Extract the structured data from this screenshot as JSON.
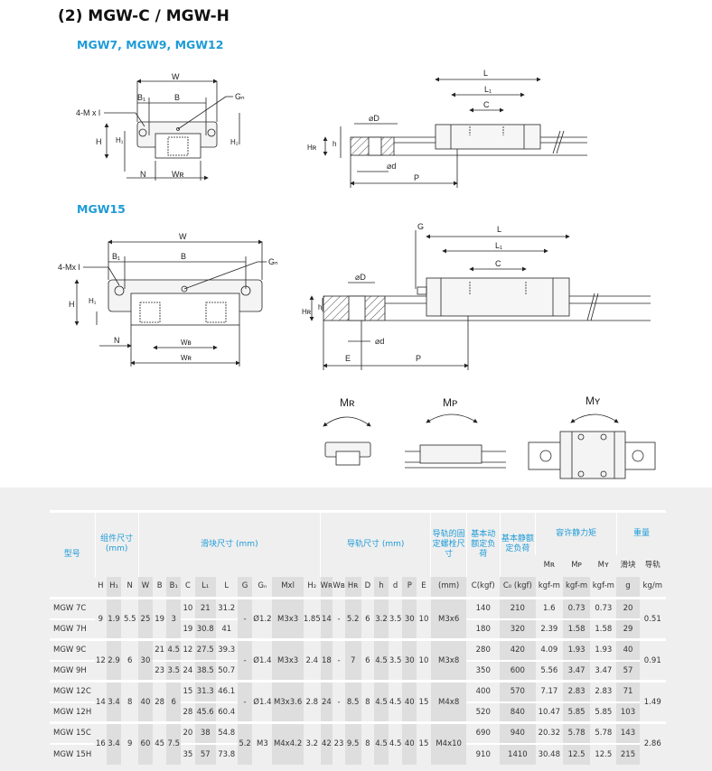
{
  "title": "(2) MGW-C / MGW-H",
  "section1": "MGW7, MGW9, MGW12",
  "section2": "MGW15",
  "drawing_labels": {
    "W": "W",
    "B": "B",
    "B1": "B₁",
    "Gn": "Gₙ",
    "Mxl": "4-M x l",
    "Mxl15": "4-Mx l",
    "H": "H",
    "H1": "H₁",
    "H2": "H₂",
    "N": "N",
    "WR": "Wʀ",
    "WB": "Wʙ",
    "L": "L",
    "L1": "L₁",
    "C": "C",
    "D": "⌀D",
    "d": "⌀d",
    "HR": "Hʀ",
    "h": "h",
    "P": "P",
    "E": "E",
    "G": "G",
    "MR": "Mʀ",
    "MP": "Mᴘ",
    "MY": "Mʏ"
  },
  "table": {
    "header": {
      "model": "型号",
      "assembly": "组件尺寸 (mm)",
      "block": "滑块尺寸 (mm)",
      "rail": "导轨尺寸 (mm)",
      "bolt": "导轨的固定螺栓尺寸",
      "dynamic": "基本动额定负荷",
      "static": "基本静额定负荷",
      "moment": "容许静力矩",
      "weight": "重量",
      "mr": "Mʀ",
      "mp": "Mᴘ",
      "my": "Mʏ",
      "w_block": "滑块",
      "w_rail": "导轨",
      "symbols": [
        "H",
        "H₁",
        "N",
        "W",
        "B",
        "B₁",
        "C",
        "L₁",
        "L",
        "G",
        "Gₙ",
        "Mxl",
        "H₂",
        "Wʀ",
        "Wʙ",
        "Hʀ",
        "D",
        "h",
        "d",
        "P",
        "E",
        "(mm)",
        "C(kgf)",
        "C₀ (kgf)",
        "kgf-m",
        "kgf-m",
        "kgf-m",
        "g",
        "kg/m"
      ]
    },
    "groups": [
      {
        "merged": [
          1,
          2,
          3,
          4,
          5,
          6,
          10,
          11,
          12,
          13,
          14,
          15,
          16,
          17,
          18,
          19,
          20,
          21,
          22,
          29
        ],
        "rows": [
          [
            "MGW 7C",
            "9",
            "1.9",
            "5.5",
            "25",
            "19",
            "3",
            "10",
            "21",
            "31.2",
            "-",
            "Ø1.2",
            "M3x3",
            "1.85",
            "14",
            "-",
            "5.2",
            "6",
            "3.2",
            "3.5",
            "30",
            "10",
            "M3x6",
            "140",
            "210",
            "1.6",
            "0.73",
            "0.73",
            "20",
            "0.51"
          ],
          [
            "MGW 7H",
            "",
            "",
            "",
            "",
            "",
            "",
            "19",
            "30.8",
            "41",
            "",
            "",
            "",
            "",
            "",
            "",
            "",
            "",
            "",
            "",
            "",
            "",
            "",
            "180",
            "320",
            "2.39",
            "1.58",
            "1.58",
            "29",
            ""
          ]
        ]
      },
      {
        "merged": [
          1,
          2,
          3,
          4,
          10,
          11,
          12,
          13,
          14,
          15,
          16,
          17,
          18,
          19,
          20,
          21,
          22,
          29
        ],
        "rows": [
          [
            "MGW 9C",
            "12",
            "2.9",
            "6",
            "30",
            "21",
            "4.5",
            "12",
            "27.5",
            "39.3",
            "-",
            "Ø1.4",
            "M3x3",
            "2.4",
            "18",
            "-",
            "7",
            "6",
            "4.5",
            "3.5",
            "30",
            "10",
            "M3x8",
            "280",
            "420",
            "4.09",
            "1.93",
            "1.93",
            "40",
            "0.91"
          ],
          [
            "MGW 9H",
            "",
            "",
            "",
            "",
            "23",
            "3.5",
            "24",
            "38.5",
            "50.7",
            "",
            "",
            "",
            "",
            "",
            "",
            "",
            "",
            "",
            "",
            "",
            "",
            "",
            "350",
            "600",
            "5.56",
            "3.47",
            "3.47",
            "57",
            ""
          ]
        ]
      },
      {
        "merged": [
          1,
          2,
          3,
          4,
          5,
          6,
          10,
          11,
          12,
          13,
          14,
          15,
          16,
          17,
          18,
          19,
          20,
          21,
          22,
          29
        ],
        "rows": [
          [
            "MGW 12C",
            "14",
            "3.4",
            "8",
            "40",
            "28",
            "6",
            "15",
            "31.3",
            "46.1",
            "-",
            "Ø1.4",
            "M3x3.6",
            "2.8",
            "24",
            "-",
            "8.5",
            "8",
            "4.5",
            "4.5",
            "40",
            "15",
            "M4x8",
            "400",
            "570",
            "7.17",
            "2.83",
            "2.83",
            "71",
            "1.49"
          ],
          [
            "MGW 12H",
            "",
            "",
            "",
            "",
            "",
            "",
            "28",
            "45.6",
            "60.4",
            "",
            "",
            "",
            "",
            "",
            "",
            "",
            "",
            "",
            "",
            "",
            "",
            "",
            "520",
            "840",
            "10.47",
            "5.85",
            "5.85",
            "103",
            ""
          ]
        ]
      },
      {
        "merged": [
          1,
          2,
          3,
          4,
          5,
          6,
          10,
          11,
          12,
          13,
          14,
          15,
          16,
          17,
          18,
          19,
          20,
          21,
          22,
          29
        ],
        "rows": [
          [
            "MGW 15C",
            "16",
            "3.4",
            "9",
            "60",
            "45",
            "7.5",
            "20",
            "38",
            "54.8",
            "5.2",
            "M3",
            "M4x4.2",
            "3.2",
            "42",
            "23",
            "9.5",
            "8",
            "4.5",
            "4.5",
            "40",
            "15",
            "M4x10",
            "690",
            "940",
            "20.32",
            "5.78",
            "5.78",
            "143",
            "2.86"
          ],
          [
            "MGW 15H",
            "",
            "",
            "",
            "",
            "",
            "",
            "35",
            "57",
            "73.8",
            "",
            "",
            "",
            "",
            "",
            "",
            "",
            "",
            "",
            "",
            "",
            "",
            "",
            "910",
            "1410",
            "30.48",
            "12.5",
            "12.5",
            "215",
            ""
          ]
        ]
      }
    ]
  },
  "colors": {
    "accent": "#1e9bd7",
    "table_bg": "#efefef",
    "column_shade": "#dedede"
  }
}
